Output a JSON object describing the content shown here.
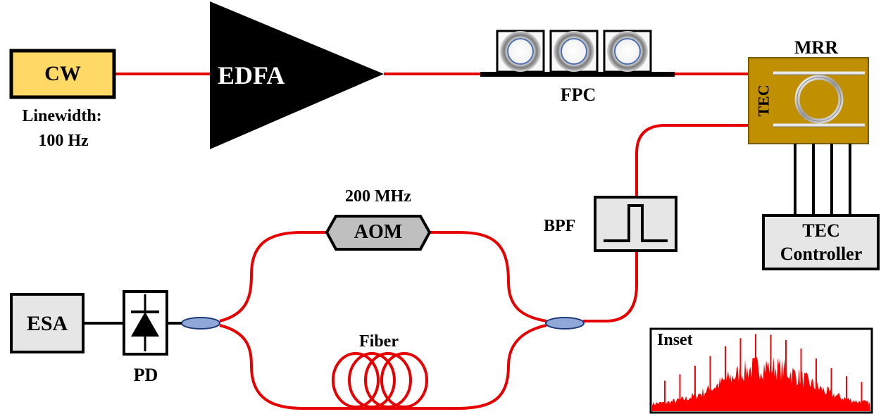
{
  "colors": {
    "fiber_red": "#e60000",
    "cw_fill": "#ffd966",
    "mrr_chip": "#c09000",
    "gray_box": "#e6e6e6",
    "aom_fill": "#bfbfbf",
    "coupler_blue": "#8fa8d8",
    "inset_red": "#ff0000"
  },
  "labels": {
    "cw": "CW",
    "linewidth_line1": "Linewidth:",
    "linewidth_line2": "100 Hz",
    "edfa": "EDFA",
    "fpc": "FPC",
    "mrr": "MRR",
    "tec": "TEC",
    "tec_controller_line1": "TEC",
    "tec_controller_line2": "Controller",
    "bpf": "BPF",
    "aom": "AOM",
    "aom_freq": "200 MHz",
    "fiber": "Fiber",
    "esa": "ESA",
    "pd": "PD",
    "inset": "Inset"
  },
  "icons": {
    "photodiode": "photodiode-icon",
    "bandpass": "bandpass-filter-icon",
    "paddle": "fiber-paddle-icon",
    "ring": "microring-icon",
    "coil": "fiber-coil-icon"
  }
}
